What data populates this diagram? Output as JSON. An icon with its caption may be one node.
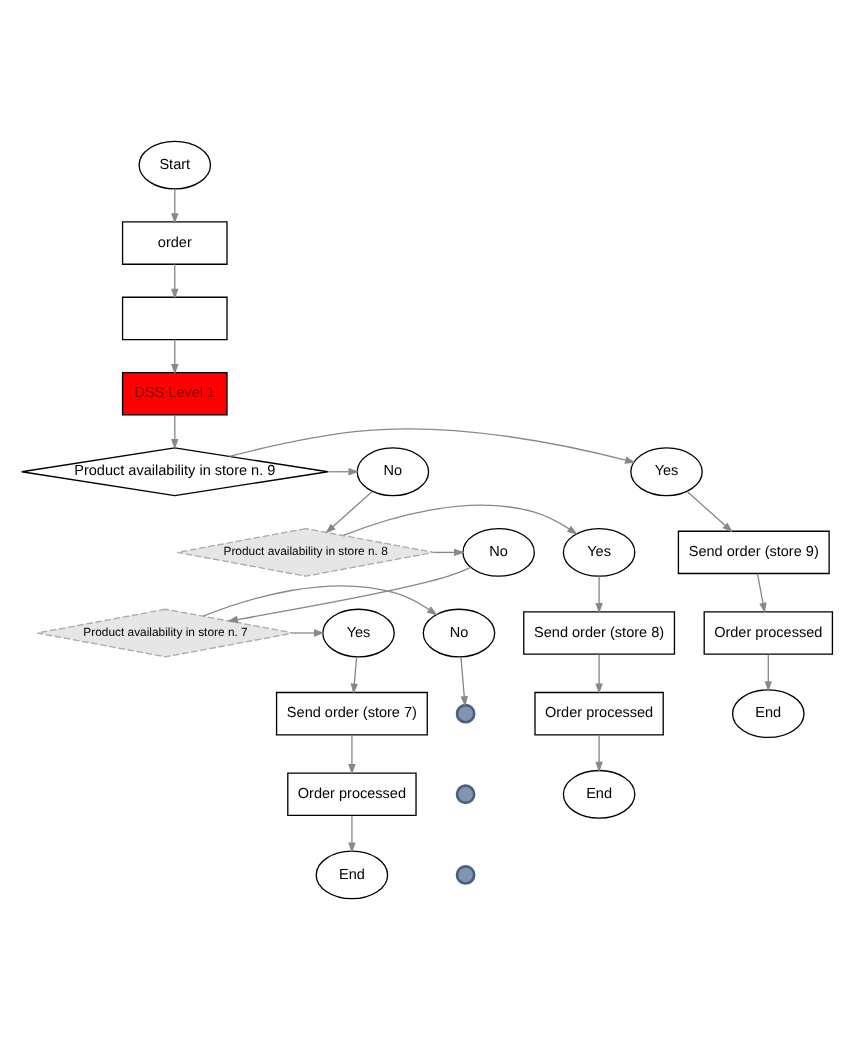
{
  "diagram": {
    "nodes": [
      {
        "text": [
          "Start"
        ]
      },
      {
        "text": [
          "order"
        ]
      },
      {
        "text": [],
        "shape": "box"
      },
      {
        "text": [
          "DSS Level 1"
        ]
      },
      {
        "text": [
          "Product availability in store n. 9"
        ]
      },
      {
        "text": [
          "No"
        ]
      },
      {
        "text": [
          "Yes"
        ]
      },
      {
        "text": [
          "Send order (store 9)"
        ]
      },
      {
        "text": [
          "Order processed"
        ]
      },
      {
        "text": [
          "End"
        ]
      },
      {
        "text": [
          "Product availability in store n. 8"
        ]
      },
      {
        "text": [
          "No"
        ]
      },
      {
        "text": [
          "Yes"
        ]
      },
      {
        "text": [
          "Send order (store 8)"
        ]
      },
      {
        "text": [
          "Order processed"
        ]
      },
      {
        "text": [
          "End"
        ]
      },
      {
        "text": [
          "Product availability in store n. 7"
        ]
      },
      {
        "text": [
          "No"
        ]
      },
      {
        "text": [
          "Yes"
        ]
      },
      {
        "text": [
          "Send order (store 7)"
        ]
      },
      {
        "text": [
          "Order processed"
        ]
      },
      {
        "text": [
          "End"
        ]
      },
      {
        "text": [],
        "shape": "circle"
      },
      {
        "text": [],
        "shape": "circle"
      },
      {
        "text": [],
        "shape": "circle"
      }
    ],
    "edges": [
      {
        "from": 0,
        "to": 1,
        "arrow": "to"
      },
      {
        "from": 1,
        "to": 2,
        "arrow": "to"
      },
      {
        "from": 2,
        "to": 3,
        "arrow": "to"
      },
      {
        "from": 3,
        "to": 4,
        "arrow": "to"
      },
      {
        "from": 4,
        "to": 5,
        "arrow": "to"
      },
      {
        "from": 4,
        "to": 6,
        "arrow": "to"
      },
      {
        "from": 6,
        "to": 7,
        "arrow": "to"
      },
      {
        "from": 7,
        "to": 8,
        "arrow": "to"
      },
      {
        "from": 8,
        "to": 9,
        "arrow": "to"
      },
      {
        "from": 5,
        "to": 10,
        "arrow": "to"
      },
      {
        "from": 10,
        "to": 11,
        "arrow": "to"
      },
      {
        "from": 10,
        "to": 12,
        "arrow": "to"
      },
      {
        "from": 12,
        "to": 13,
        "arrow": "to"
      },
      {
        "from": 13,
        "to": 14,
        "arrow": "to"
      },
      {
        "from": 14,
        "to": 15,
        "arrow": "to"
      },
      {
        "from": 11,
        "to": 16,
        "arrow": "to"
      },
      {
        "from": 16,
        "to": 17,
        "arrow": "to"
      },
      {
        "from": 16,
        "to": 18,
        "arrow": "to"
      },
      {
        "from": 18,
        "to": 19,
        "arrow": "to"
      },
      {
        "from": 19,
        "to": 20,
        "arrow": "to"
      },
      {
        "from": 20,
        "to": 21,
        "arrow": "to"
      },
      {
        "from": 17,
        "to": 22,
        "arrow": "to"
      }
    ]
  }
}
